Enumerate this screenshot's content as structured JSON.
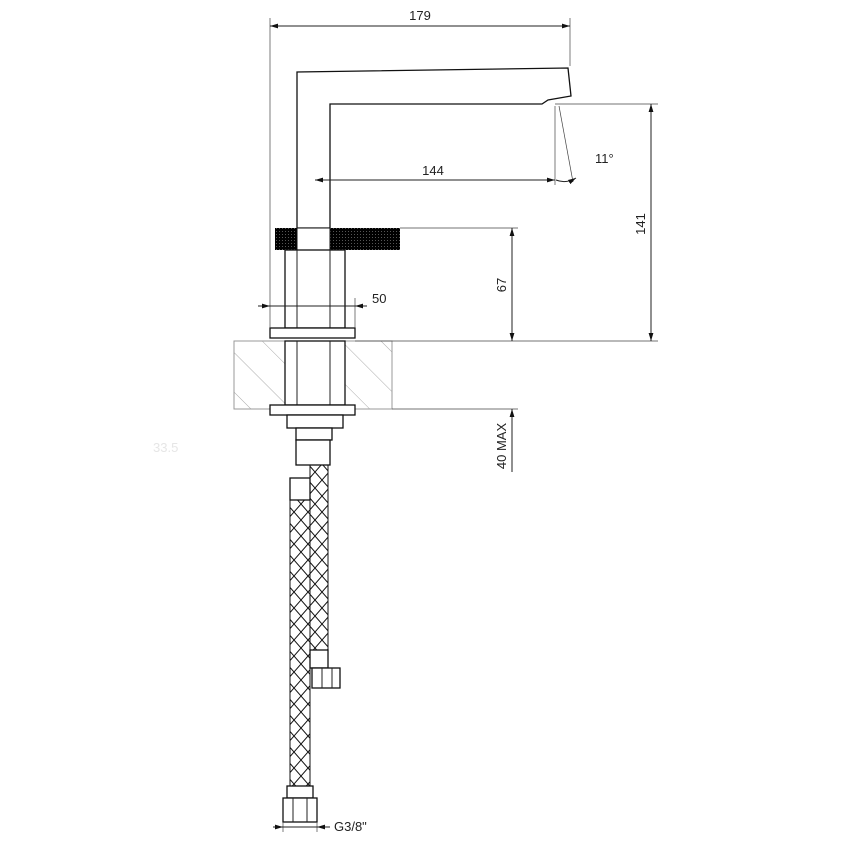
{
  "drawing": {
    "dimensions": {
      "overall_reach": "179",
      "spout_reach": "144",
      "spout_angle": "11°",
      "height": "141",
      "handle_height": "67",
      "base_diameter": "50",
      "max_deck_thickness": "40 MAX",
      "hose_thread": "G3/8\"",
      "hole_diameter_faint": "33.5"
    },
    "colors": {
      "line": "#111111",
      "handle": "#000000",
      "countertop_hatch": "#999999",
      "faint_text": "#e6e6e6"
    }
  }
}
